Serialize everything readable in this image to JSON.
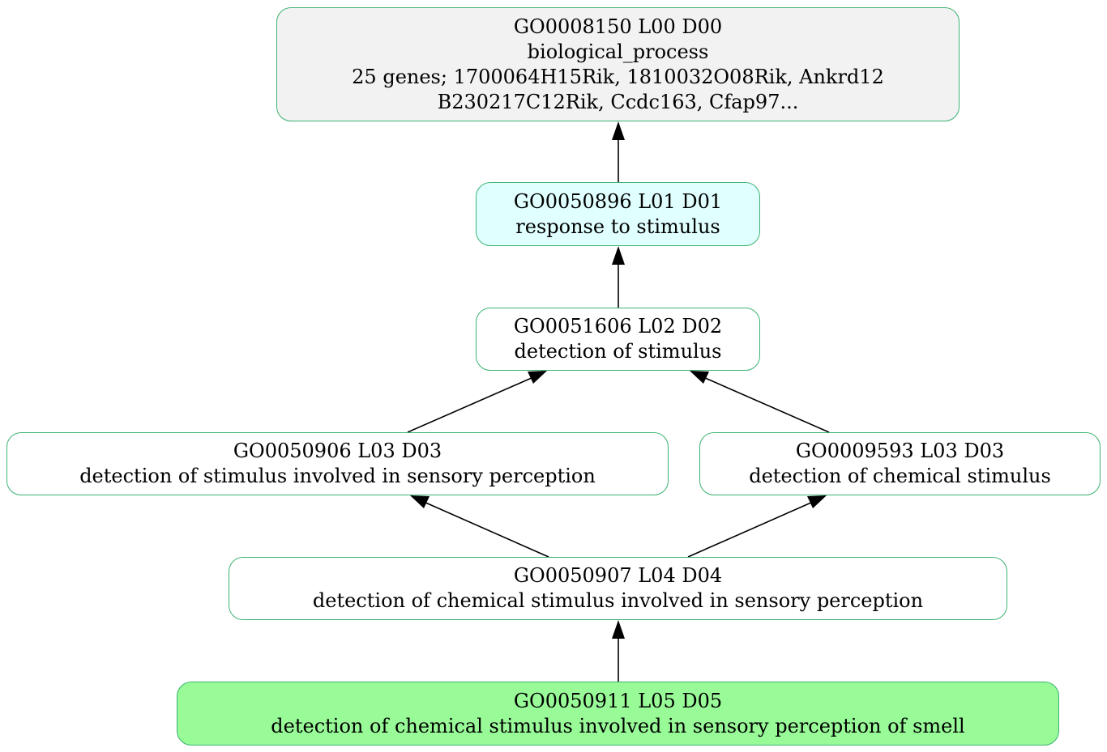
{
  "nodes": {
    "n0": {
      "line1": "GO0008150 L00 D00",
      "line2": "biological_process",
      "line3": "25 genes; 1700064H15Rik, 1810032O08Rik, Ankrd12",
      "line4": "B230217C12Rik, Ccdc163, Cfap97...",
      "fill": "#f2f2f2"
    },
    "n1": {
      "line1": "GO0050896 L01 D01",
      "line2": "response to stimulus",
      "fill": "#e0ffff"
    },
    "n2": {
      "line1": "GO0051606 L02 D02",
      "line2": "detection of stimulus",
      "fill": "#ffffff"
    },
    "n3": {
      "line1": "GO0050906 L03 D03",
      "line2": "detection of stimulus involved in sensory perception",
      "fill": "#ffffff"
    },
    "n4": {
      "line1": "GO0009593 L03 D03",
      "line2": "detection of chemical stimulus",
      "fill": "#ffffff"
    },
    "n5": {
      "line1": "GO0050907 L04 D04",
      "line2": "detection of chemical stimulus involved in sensory perception",
      "fill": "#ffffff"
    },
    "n6": {
      "line1": "GO0050911 L05 D05",
      "line2": "detection of chemical stimulus involved in sensory perception of smell",
      "fill": "#98fb98"
    }
  },
  "edges": [
    {
      "from": "n1",
      "to": "n0"
    },
    {
      "from": "n2",
      "to": "n1"
    },
    {
      "from": "n3",
      "to": "n2"
    },
    {
      "from": "n4",
      "to": "n2"
    },
    {
      "from": "n5",
      "to": "n3"
    },
    {
      "from": "n5",
      "to": "n4"
    },
    {
      "from": "n6",
      "to": "n5"
    }
  ],
  "colors": {
    "border": "#3cb371",
    "edge": "#000000"
  }
}
